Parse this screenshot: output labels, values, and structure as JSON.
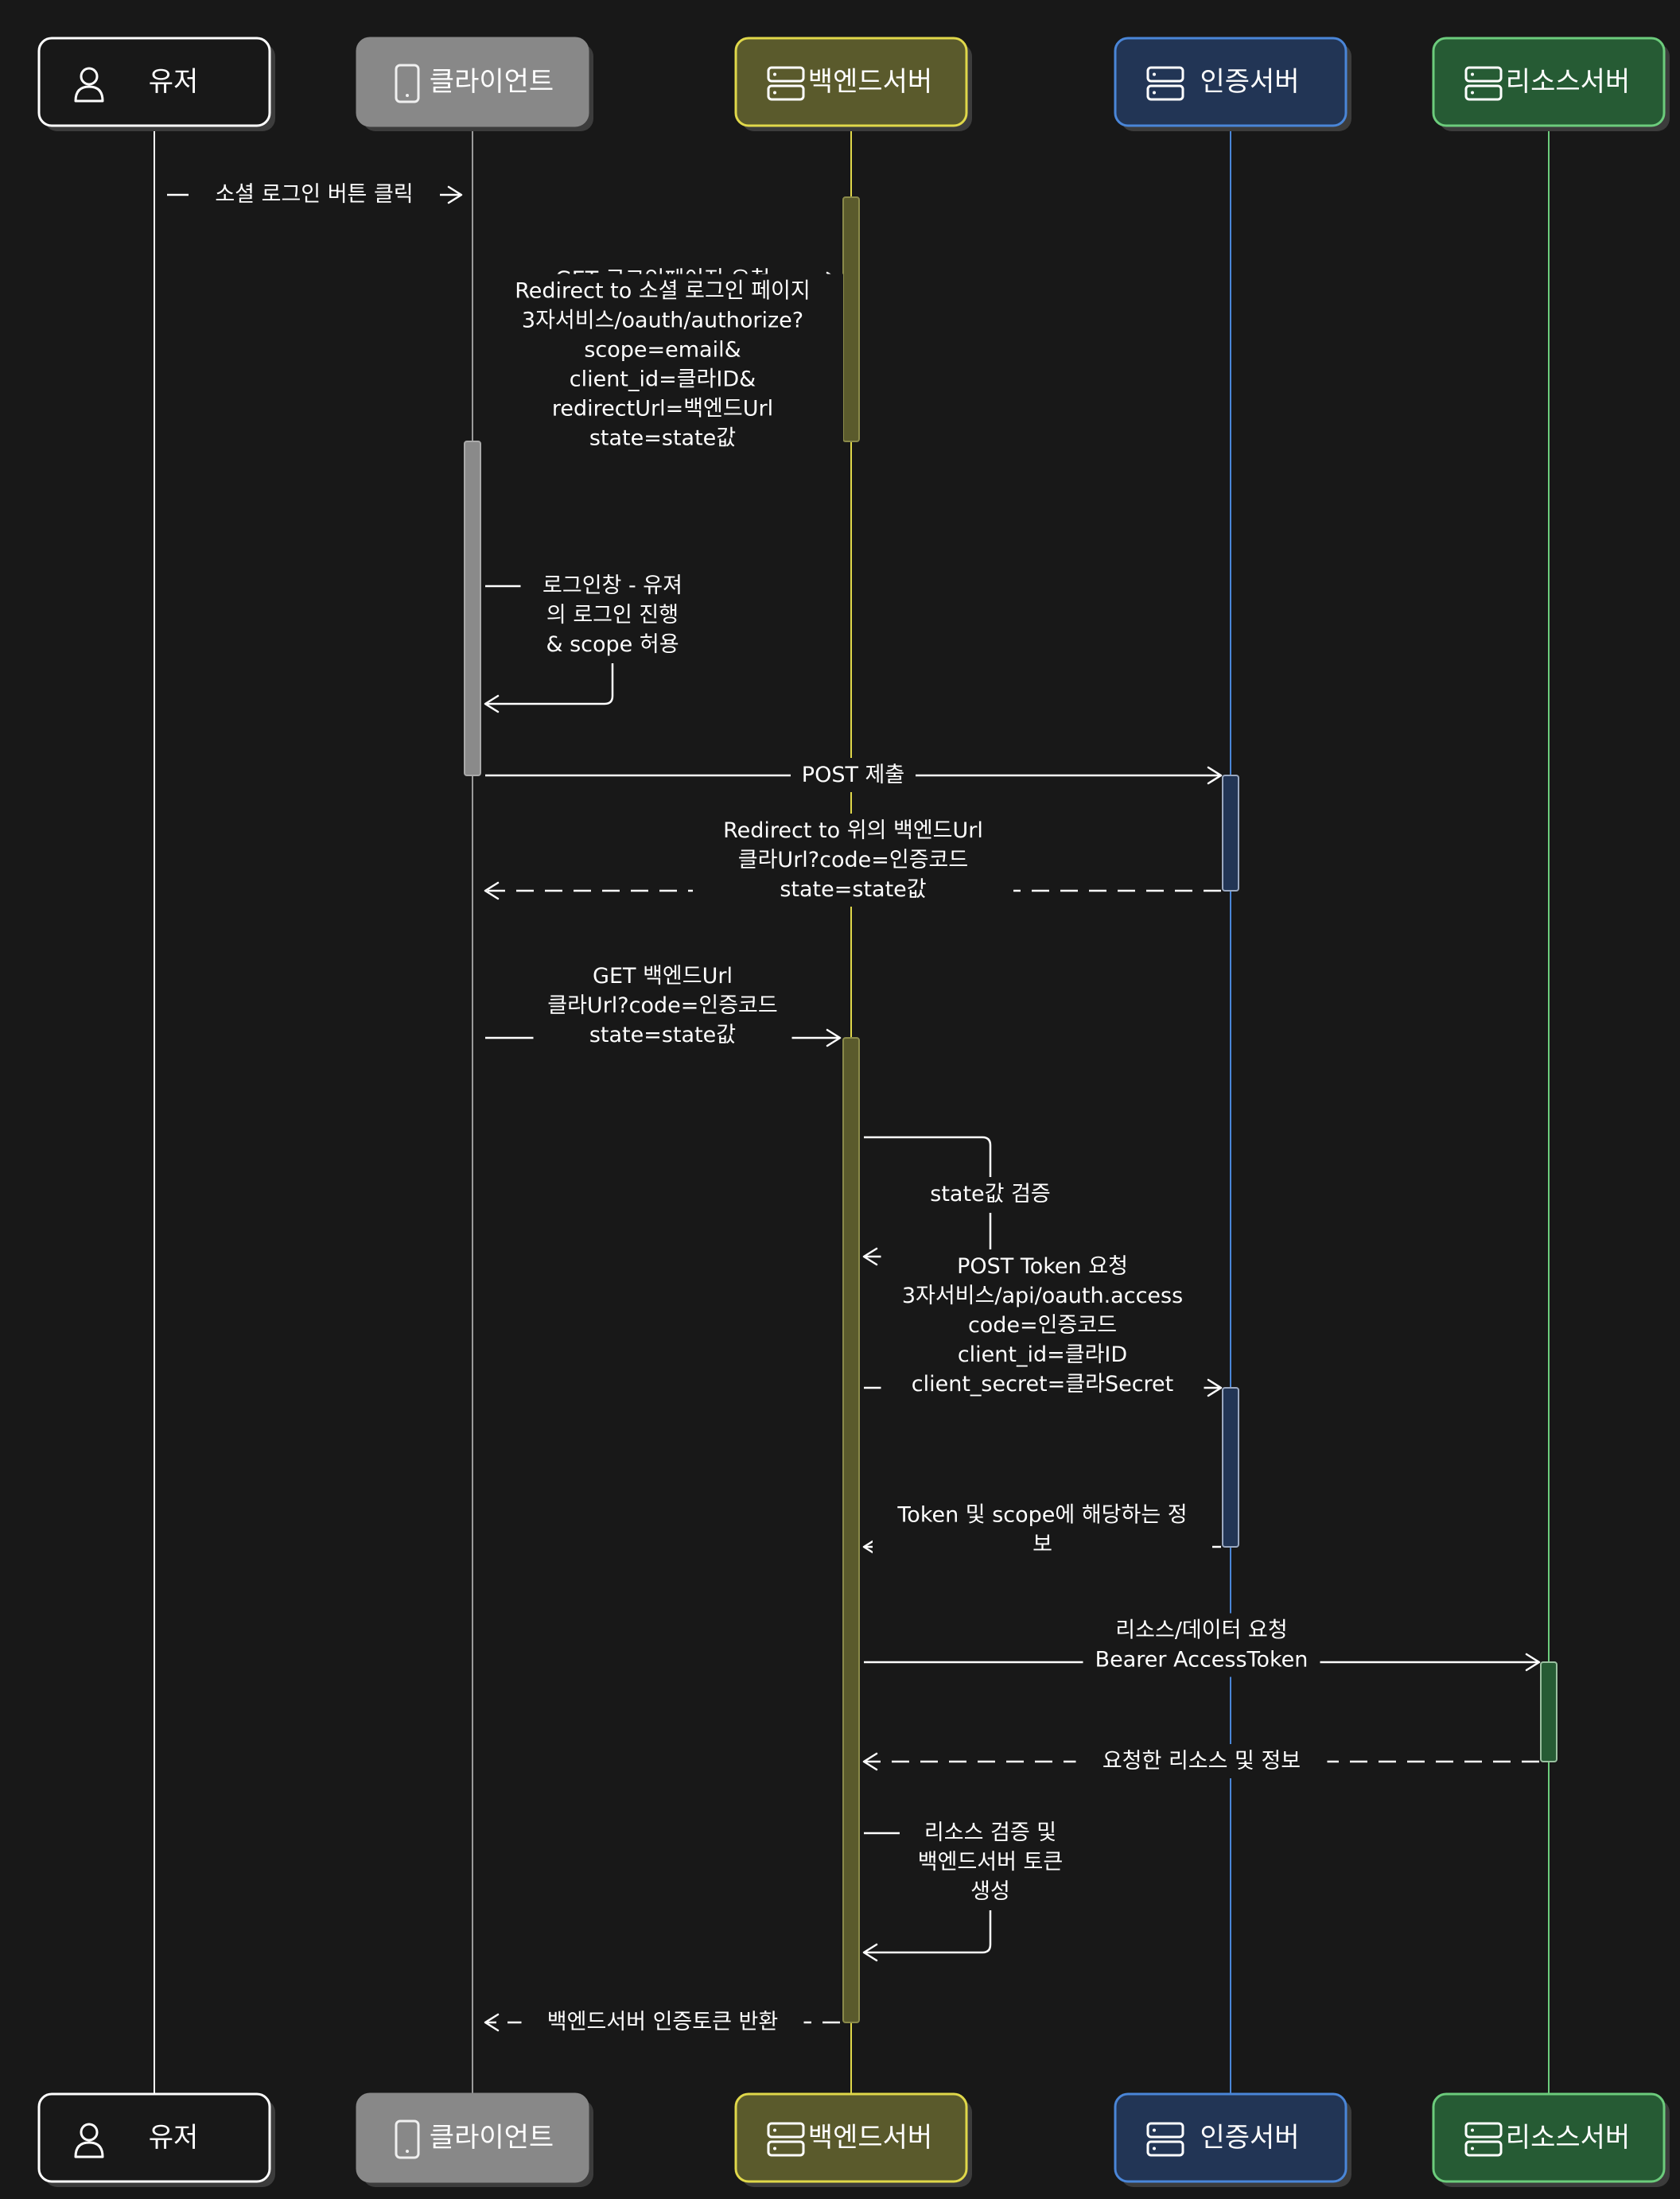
{
  "participants": [
    {
      "id": "user",
      "label": "유저",
      "icon": "person-icon",
      "fill": "#181818",
      "stroke": "#ffffff",
      "life": "#ffffff"
    },
    {
      "id": "client",
      "label": "클라이언트",
      "icon": "phone-icon",
      "fill": "#888888",
      "stroke": "#888888",
      "life": "#9a9a9a"
    },
    {
      "id": "backend",
      "label": "백엔드서버",
      "icon": "server-icon",
      "fill": "#5a5a2c",
      "stroke": "#e0d84a",
      "life": "#e0d84a"
    },
    {
      "id": "auth",
      "label": "인증서버",
      "icon": "server-icon",
      "fill": "#223555",
      "stroke": "#4a86d8",
      "life": "#4a86d8"
    },
    {
      "id": "resource",
      "label": "리소스서버",
      "icon": "server-icon",
      "fill": "#265b34",
      "stroke": "#6ccc7c",
      "life": "#6ccc7c"
    }
  ],
  "activations": [
    {
      "participant": "backend",
      "color": "#5a5a2c",
      "stroke": "#8a8a4a"
    },
    {
      "participant": "client",
      "color": "#8a8a8a",
      "stroke": "#aaaaaa"
    },
    {
      "participant": "auth",
      "color": "#223555",
      "stroke": "#9aa8c0"
    },
    {
      "participant": "backend",
      "color": "#5a5a2c",
      "stroke": "#8a8a4a"
    },
    {
      "participant": "auth",
      "color": "#223555",
      "stroke": "#9aa8c0"
    },
    {
      "participant": "resource",
      "color": "#265b34",
      "stroke": "#9ac0a0"
    }
  ],
  "messages": [
    {
      "from": "user",
      "to": "client",
      "lines": [
        "소셜 로그인 버튼 클릭"
      ],
      "dashed": false
    },
    {
      "from": "client",
      "to": "backend",
      "lines": [
        "GET 로그인페이지 요청"
      ],
      "dashed": false
    },
    {
      "from": "backend",
      "to": "client",
      "lines": [
        "Redirect to 소셜 로그인 페이지",
        "3자서비스/oauth/authorize?",
        "scope=email&",
        "client_id=클라ID&",
        "redirectUrl=백엔드Url",
        "state=state값"
      ],
      "dashed": true
    },
    {
      "from": "client",
      "to": "client",
      "lines": [
        "로그인창 - 유져",
        "의 로그인 진행",
        "& scope 허용"
      ],
      "dashed": false,
      "self": true
    },
    {
      "from": "client",
      "to": "auth",
      "lines": [
        "POST 제출"
      ],
      "dashed": false
    },
    {
      "from": "auth",
      "to": "client",
      "lines": [
        "Redirect to 위의 백엔드Url",
        "클라Url?code=인증코드",
        "state=state값"
      ],
      "dashed": true
    },
    {
      "from": "client",
      "to": "backend",
      "lines": [
        "GET 백엔드Url",
        "클라Url?code=인증코드",
        "state=state값"
      ],
      "dashed": false
    },
    {
      "from": "backend",
      "to": "backend",
      "lines": [
        "state값 검증"
      ],
      "dashed": false,
      "self": true
    },
    {
      "from": "backend",
      "to": "auth",
      "lines": [
        "POST Token 요청",
        "3자서비스/api/oauth.access",
        "code=인증코드",
        "client_id=클라ID",
        "client_secret=클라Secret"
      ],
      "dashed": false
    },
    {
      "from": "auth",
      "to": "backend",
      "lines": [
        "Token 및 scope에 해당하는 정",
        "보"
      ],
      "dashed": true
    },
    {
      "from": "backend",
      "to": "resource",
      "lines": [
        "리소스/데이터 요청",
        "Bearer AccessToken"
      ],
      "dashed": false
    },
    {
      "from": "resource",
      "to": "backend",
      "lines": [
        "요청한 리소스 및 정보"
      ],
      "dashed": true
    },
    {
      "from": "backend",
      "to": "backend",
      "lines": [
        "리소스 검증 및",
        "백엔드서버 토큰",
        "생성"
      ],
      "dashed": false,
      "self": true
    },
    {
      "from": "backend",
      "to": "client",
      "lines": [
        "백엔드서버 인증토큰 반환"
      ],
      "dashed": true
    }
  ]
}
